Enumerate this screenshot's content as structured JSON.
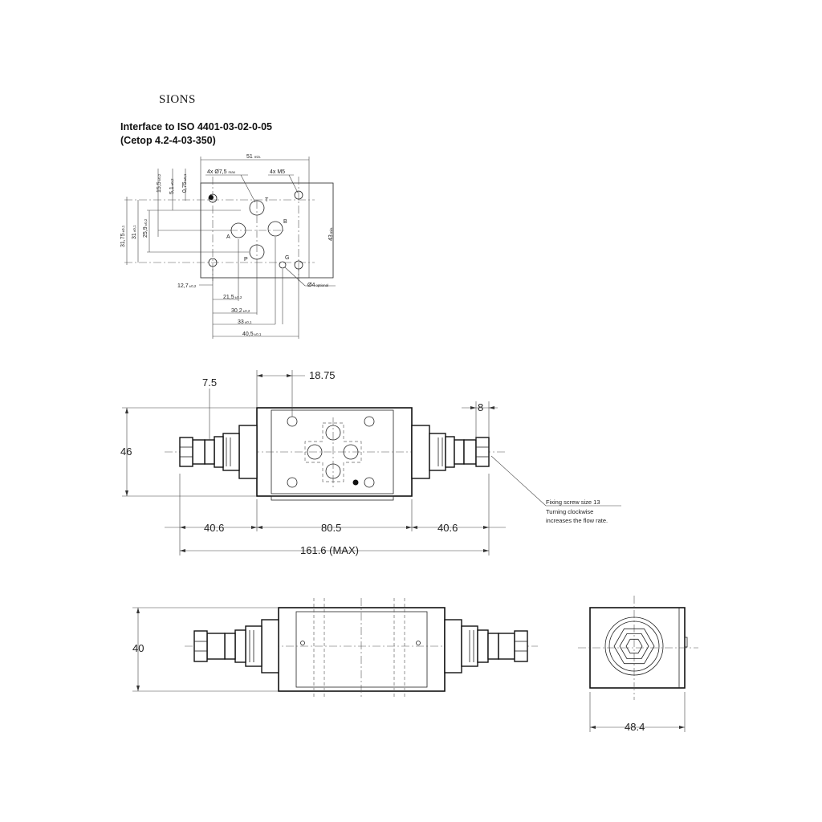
{
  "heading": "SIONS",
  "interface": {
    "line1": "Interface to ISO 4401-03-02-0-05",
    "line2": "(Cetop 4.2-4-03-350)"
  },
  "top_dims": {
    "width_51": "51",
    "width_51_sub": "min.",
    "holes_75": "4x Ø7,5",
    "holes_75_sub": "max",
    "threads": "4x M5",
    "v155": "15,5",
    "v155_tol": "±0,2",
    "v51": "5,1",
    "v51_tol": "±0,2",
    "v075": "0,75",
    "v075_tol": "±0,1",
    "v3175": "31,75",
    "v3175_tol": "±0,1",
    "v31": "31",
    "v31_tol": "±0,1",
    "v259": "25,9",
    "v259_tol": "±0,2",
    "h43": "43",
    "h43_sub": "min.",
    "d127": "12,7",
    "d127_tol": "±0,2",
    "d215": "21,5",
    "d215_tol": "±0,2",
    "d302": "30,2",
    "d302_tol": "±0,2",
    "d33": "33",
    "d33_tol": "±0,1",
    "d405": "40,5",
    "d405_tol": "±0,1",
    "opt_hole": "Ø4",
    "opt_hole_sub": "optional",
    "port_t": "T",
    "port_a": "A",
    "port_b": "B",
    "port_p": "P",
    "port_g": "G"
  },
  "plan_view": {
    "d18_75": "18.75",
    "d7_5": "7.5",
    "d8": "8",
    "d46": "46",
    "d40_6_left": "40.6",
    "d80_5": "80.5",
    "d40_6_right": "40.6",
    "d161_6": "161.6 (MAX)",
    "note1": "Fixing screw size 13",
    "note2": "Turning clockwise",
    "note3": "increases the flow rate."
  },
  "side_view": {
    "d40": "40",
    "d48_4": "48.4"
  }
}
